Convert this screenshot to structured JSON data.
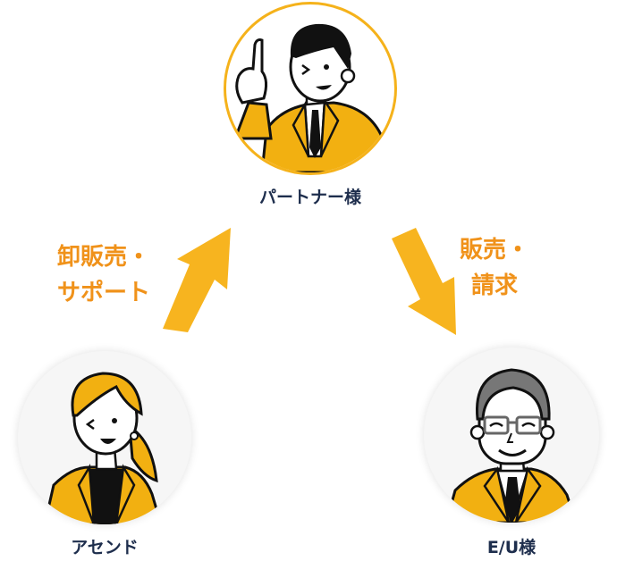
{
  "diagram": {
    "nodes": [
      {
        "id": "partner",
        "label": "パートナー様",
        "avatar": "man-pointing-up-illustration"
      },
      {
        "id": "ascend",
        "label": "アセンド",
        "avatar": "woman-ponytail-illustration"
      },
      {
        "id": "eu",
        "label": "E/U様",
        "avatar": "senior-man-glasses-illustration"
      }
    ],
    "edges": [
      {
        "from": "ascend",
        "to": "partner",
        "label_line1": "卸販売・",
        "label_line2": "サポート",
        "direction": "up-right"
      },
      {
        "from": "partner",
        "to": "eu",
        "label_line1": "販売・",
        "label_line2": "請求",
        "direction": "down-right"
      }
    ],
    "colors": {
      "accent": "#f5b21b",
      "arrow": "#f7b41f",
      "flow_text": "#f0921a",
      "node_text": "#1e2e4d",
      "suit": "#f2b011"
    }
  }
}
